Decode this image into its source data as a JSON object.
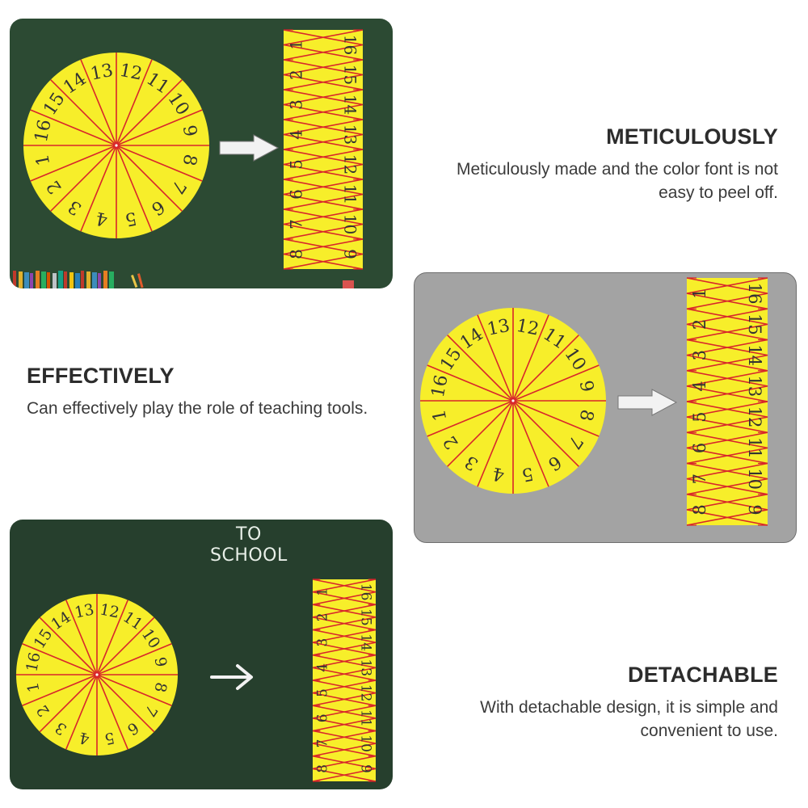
{
  "features": [
    {
      "title": "METICULOUSLY",
      "description": "Meticulously made and the color font is not easy to peel off."
    },
    {
      "title": "EFFECTIVELY",
      "description": "Can effectively play the role of teaching tools."
    },
    {
      "title": "DETACHABLE",
      "description": "With detachable design, it is simple and convenient to use."
    }
  ],
  "chalkboard_text": {
    "line1": "TO",
    "line2": "SCHOOL"
  },
  "spinner_numbers": [
    "1",
    "2",
    "3",
    "4",
    "5",
    "6",
    "7",
    "8",
    "9",
    "10",
    "11",
    "12",
    "13",
    "14",
    "15",
    "16"
  ],
  "colors": {
    "chalkboard_green": "#2c4a33",
    "chalkboard_dark_green": "#263f2d",
    "gray_background": "#a3a3a3",
    "wheel_yellow": "#f7ee2a",
    "line_red": "#d8262b",
    "digit_color": "#333333",
    "arrow_white": "#f2f2f2"
  },
  "icons": {
    "arrow": "arrow-right-icon",
    "books": "books-icon"
  }
}
